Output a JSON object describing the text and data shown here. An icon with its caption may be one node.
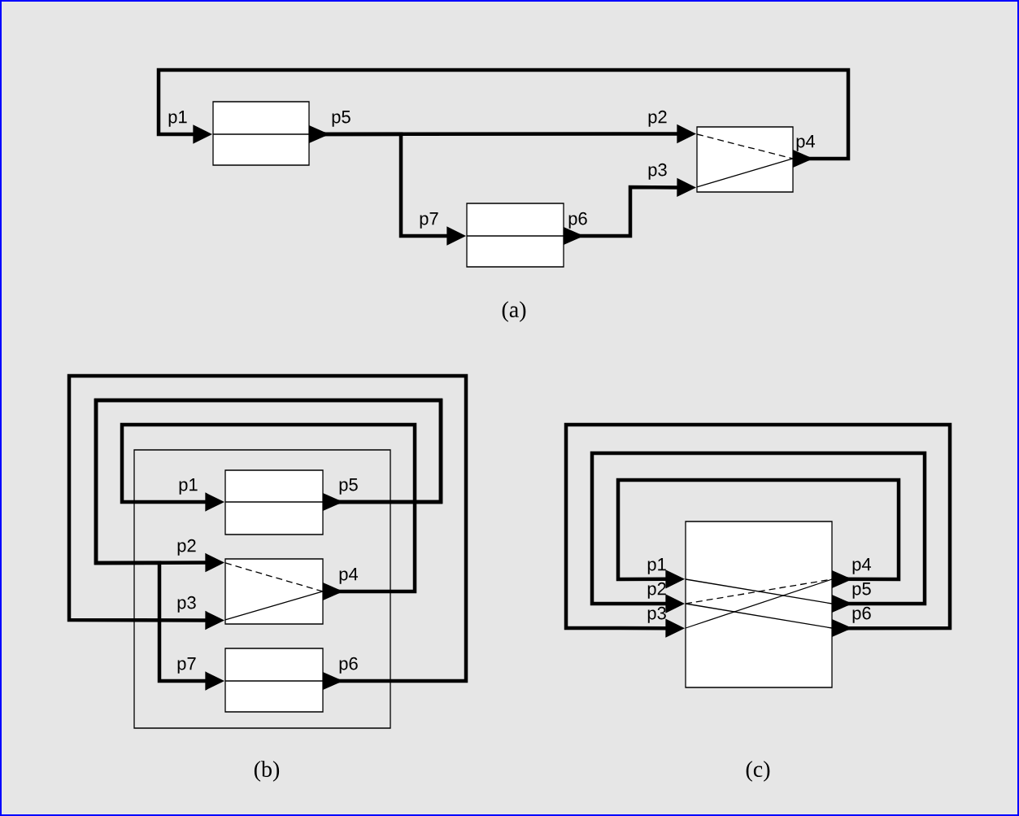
{
  "diagram": {
    "nodes": [
      {
        "text": [],
        "shape": "box"
      },
      {
        "text": [],
        "shape": "box"
      },
      {
        "text": [],
        "shape": "box"
      },
      {
        "text": [],
        "shape": "box"
      },
      {
        "text": [],
        "shape": "box",
        "in": 3
      },
      {
        "text": [],
        "shape": "box",
        "in": 3
      },
      {
        "text": [],
        "shape": "box",
        "in": 3
      },
      {
        "text": [],
        "shape": "box"
      }
    ],
    "edges": [
      {
        "from": 0,
        "to": 1,
        "arrow": "to"
      },
      {
        "from": 0,
        "to": 2,
        "arrow": "to"
      },
      {
        "from": 2,
        "to": 1,
        "arrow": "to"
      },
      {
        "from": 1,
        "to": 0,
        "arrow": "to"
      },
      {
        "from": 5,
        "to": 4,
        "arrow": "to"
      },
      {
        "from": 4,
        "to": 5,
        "arrow": "to"
      },
      {
        "from": 4,
        "to": 6,
        "arrow": "to"
      },
      {
        "from": 6,
        "to": 5,
        "arrow": "to"
      },
      {
        "from": 7,
        "to": 7,
        "arrow": "to"
      },
      {
        "from": 7,
        "to": 7,
        "arrow": "to"
      },
      {
        "from": 7,
        "to": 7,
        "arrow": "to"
      }
    ],
    "labels": [
      "p1",
      "p5",
      "p2",
      "p4",
      "p3",
      "p7",
      "p6",
      "(a)",
      "p1",
      "p5",
      "p2",
      "p4",
      "p3",
      "p7",
      "p6",
      "(b)",
      "p1",
      "p4",
      "p2",
      "p5",
      "p3",
      "p6",
      "(c)"
    ]
  }
}
